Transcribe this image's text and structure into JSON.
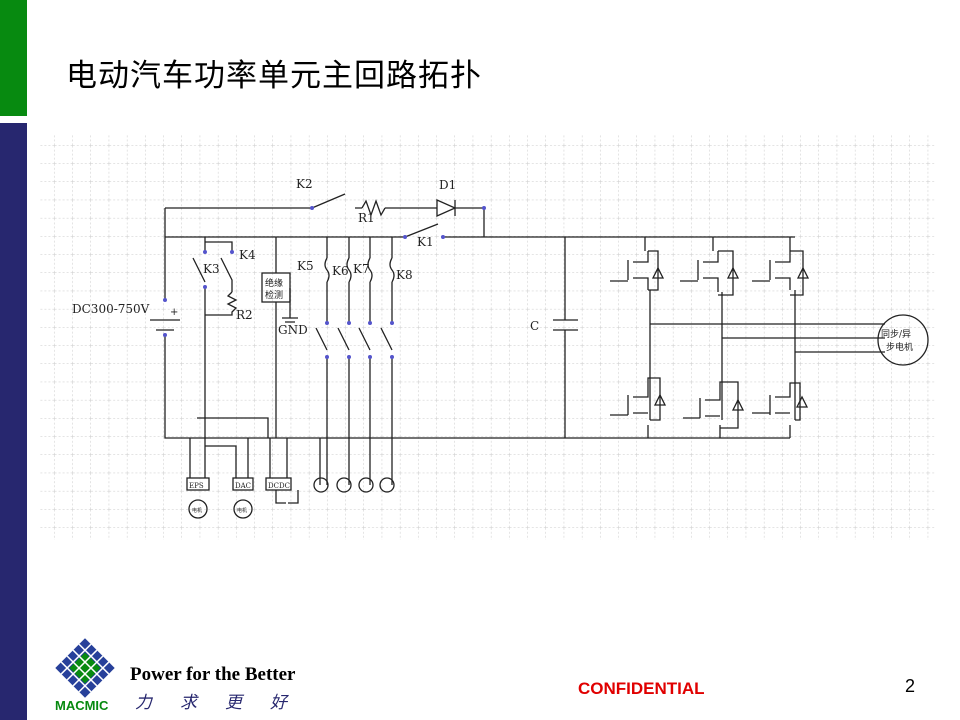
{
  "slide": {
    "title": "电动汽车功率单元主回路拓扑",
    "page_number": "2",
    "confidential": "CONFIDENTIAL"
  },
  "footer": {
    "slogan": "Power for the Better",
    "slogan_cn": "力求更好",
    "brand": "MACMIC"
  },
  "colors": {
    "green_bar": "#078a10",
    "navy_bar": "#27276f",
    "confidential": "#e00000"
  },
  "diagram": {
    "source_label": "DC300-750V",
    "k1": "K1",
    "k2": "K2",
    "k3": "K3",
    "k4": "K4",
    "k5": "K5",
    "k6": "K6",
    "k7": "K7",
    "k8": "K8",
    "r1": "R1",
    "r2": "R2",
    "d1": "D1",
    "c": "C",
    "gnd": "GND",
    "insulation_line1": "绝缘",
    "insulation_line2": "检测",
    "motor_line1": "同步/异",
    "motor_line2": "步电机",
    "loads": [
      "EPS",
      "DAC",
      "DCDC"
    ],
    "load_motor": "电机"
  }
}
